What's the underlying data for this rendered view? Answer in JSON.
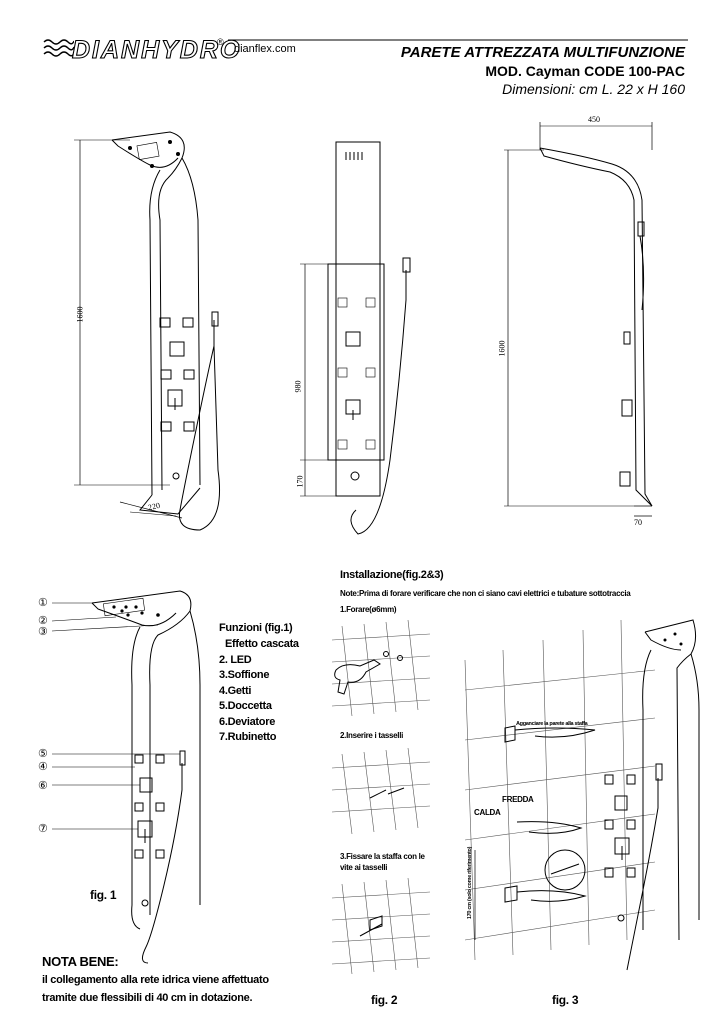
{
  "header": {
    "brand": "DIANHYDRO",
    "registered": "®",
    "website": "dianflex.com",
    "title": "PARETE ATTREZZATA MULTIFUNZIONE",
    "model": "MOD. Cayman CODE 100-PAC",
    "dimensions": "Dimensioni: cm L. 22 x H 160"
  },
  "dimensions": {
    "front_height": "1600",
    "base_depth": "220",
    "panel_height": "980",
    "panel_bottom": "170",
    "side_width": "450",
    "side_height": "1600",
    "side_depth": "70"
  },
  "functions": {
    "title": "Funzioni (fig.1)",
    "items": [
      "Effetto cascata",
      "2. LED",
      "3.Soffione",
      "4.Getti",
      "5.Doccetta",
      "6.Deviatore",
      "7.Rubinetto"
    ]
  },
  "callouts": [
    "①",
    "②",
    "③",
    "⑤",
    "④",
    "⑥",
    "⑦"
  ],
  "installation": {
    "title": "Installazione(fig.2&3)",
    "note": "Note:Prima di forare verificare che non ci siano cavi elettrici e tubature sottotraccia",
    "step1": "1.Forare(ø6mm)",
    "step2": "2.Inserire i tasselli",
    "step3": "3.Fissare la staffa con le vite ai tasselli",
    "hang_label": "Agganciare la parete alla staffa",
    "cold": "FREDDA",
    "hot": "CALDA",
    "height_label": "170 cm (solo come riferimento)"
  },
  "note": {
    "title": "NOTA BENE:",
    "line1": "il collegamento alla rete idrica viene affettuato",
    "line2": "tramite  due flessibili di 40 cm in dotazione."
  },
  "figures": {
    "fig1": "fig. 1",
    "fig2": "fig. 2",
    "fig3": "fig. 3"
  }
}
